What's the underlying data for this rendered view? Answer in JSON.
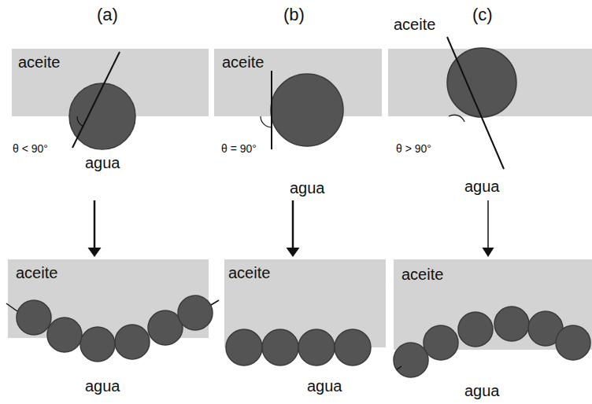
{
  "diagram": {
    "nodes": [
      {
        "text": [
          "aceite"
        ]
      },
      {
        "text": [
          "aceite"
        ]
      },
      {
        "text": [
          "aceite"
        ]
      },
      {
        "text": [
          "aceite"
        ]
      },
      {
        "text": [
          "aceite"
        ]
      },
      {
        "text": [
          "aceite"
        ]
      }
    ],
    "edges": [
      {
        "from": 0,
        "to": 3,
        "arrow": "to"
      },
      {
        "from": 1,
        "to": 4,
        "arrow": "to"
      },
      {
        "from": 2,
        "to": 5,
        "arrow": "to"
      }
    ],
    "labels": [
      "(a)",
      "(b)",
      "(c)",
      "θ < 90°",
      "agua",
      "θ = 90°",
      "agua",
      "θ > 90°",
      "agua",
      "agua",
      "agua",
      "agua"
    ]
  }
}
